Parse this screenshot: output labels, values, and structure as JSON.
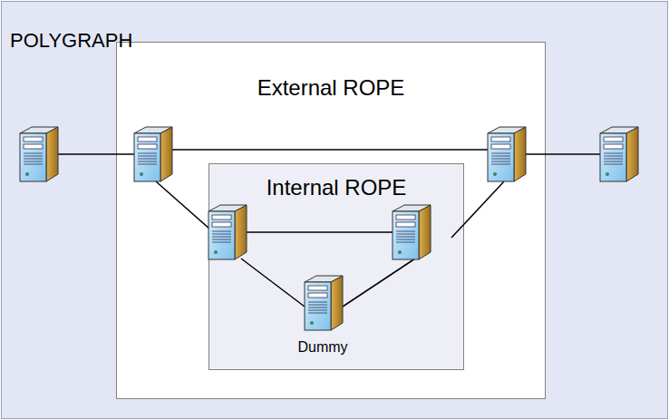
{
  "diagram": {
    "nodes": [
      {
        "text": [
          "POLYGRAPH"
        ]
      },
      {
        "text": [
          "External ROPE"
        ],
        "in": 0
      },
      {
        "text": [
          "Internal ROPE"
        ],
        "in": 1
      },
      {
        "text": [
          "Dummy"
        ],
        "in": 2
      }
    ]
  }
}
